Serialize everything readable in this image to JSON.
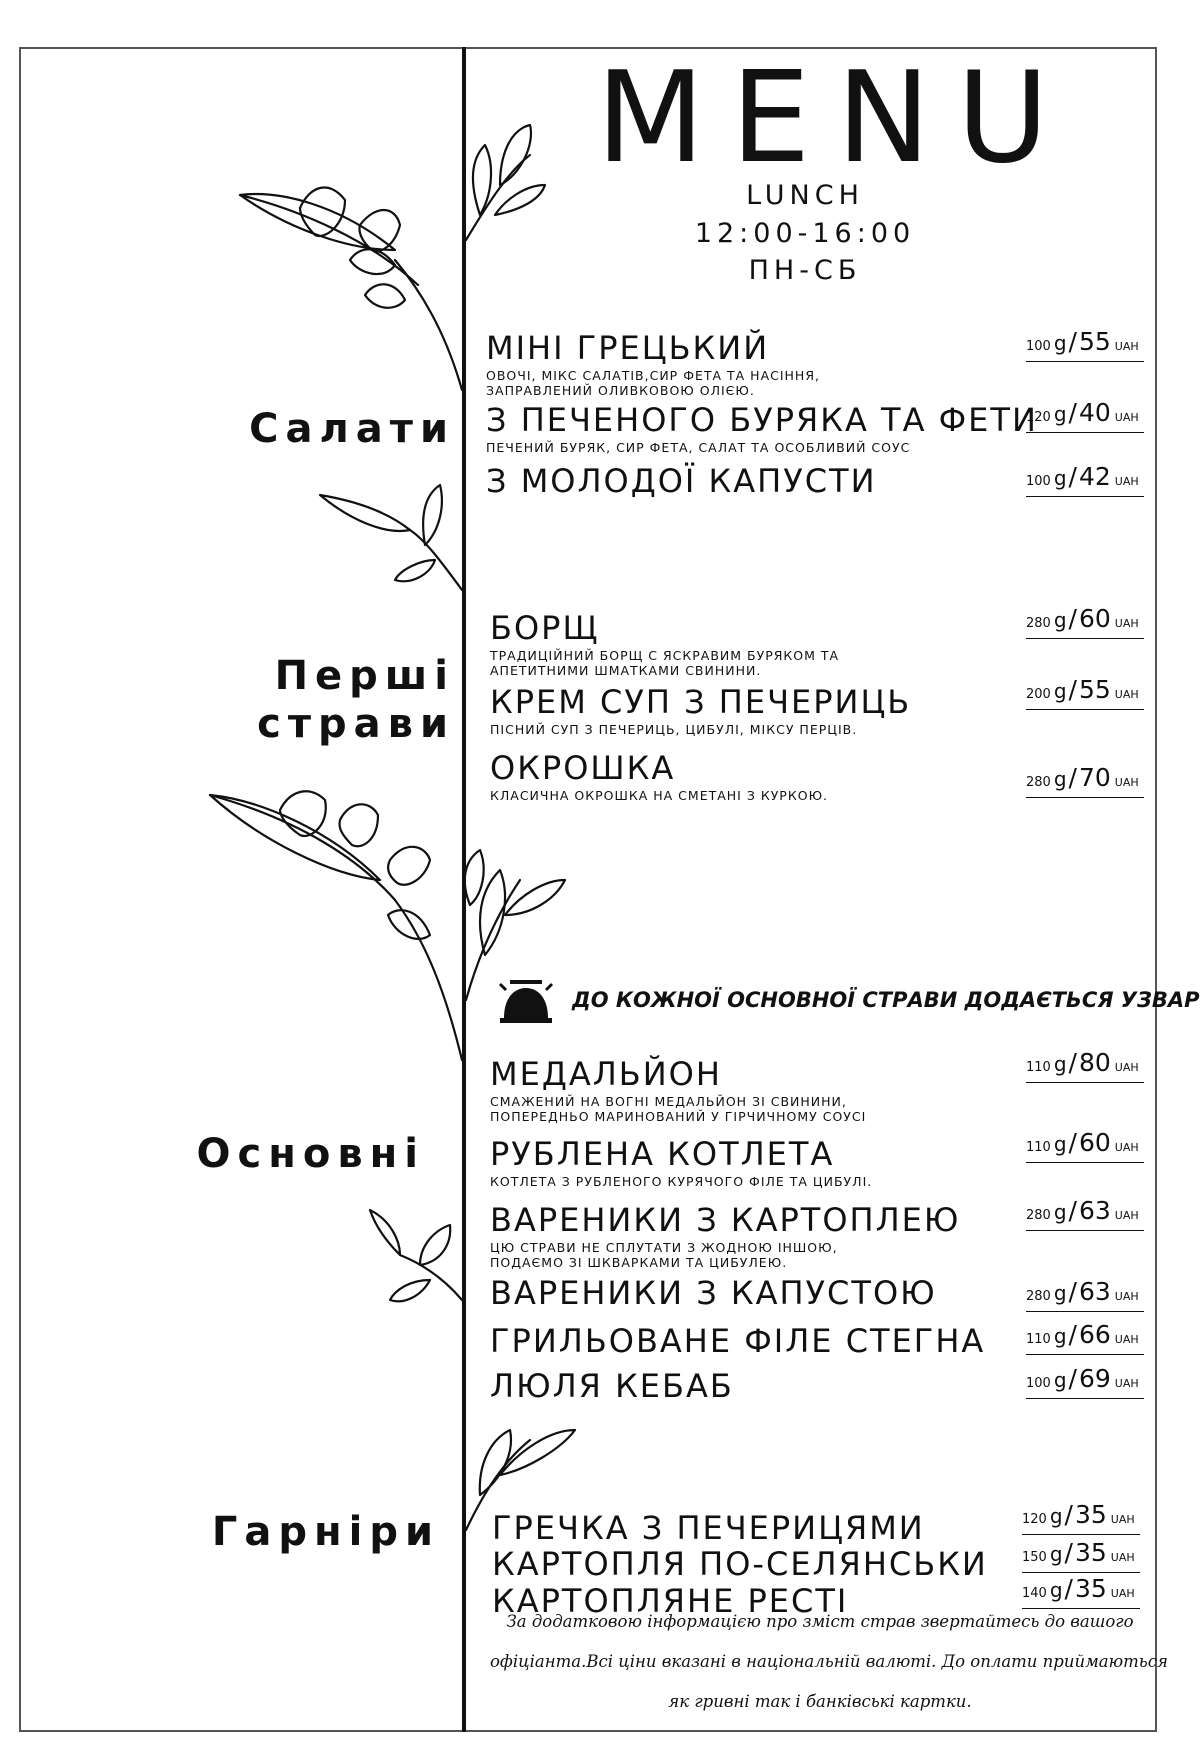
{
  "header": {
    "title": "MENU",
    "subtitle": "LUNCH",
    "hours": "12:00-16:00",
    "days": "ПН-СБ"
  },
  "categories": {
    "salads": "Салати",
    "first_courses_line1": "Перші",
    "first_courses_line2": "страви",
    "main": "Основні",
    "sides": "Гарніри"
  },
  "salads": [
    {
      "name": "МІНІ ГРЕЦЬКИЙ",
      "desc_lines": [
        "ОВОЧІ, МІКС САЛАТІВ,СИР ФЕТА ТА НАСІННЯ,",
        "ЗАПРАВЛЕНИЙ ОЛИВКОВОЮ ОЛІЄЮ."
      ],
      "weight": "100",
      "price": "55"
    },
    {
      "name": "З ПЕЧЕНОГО БУРЯКА ТА ФЕТИ",
      "desc_lines": [
        "ПЕЧЕНИЙ БУРЯК, СИР ФЕТА, САЛАТ ТА ОСОБЛИВИЙ СОУС"
      ],
      "weight": "120",
      "price": "40"
    },
    {
      "name": "З МОЛОДОЇ КАПУСТИ",
      "desc_lines": [],
      "weight": "100",
      "price": "42"
    }
  ],
  "first_courses": [
    {
      "name": "БОРЩ",
      "desc_lines": [
        "ТРАДИЦІЙНИЙ БОРЩ С ЯСКРАВИМ БУРЯКОМ ТА",
        "АПЕТИТНИМИ ШМАТКАМИ СВИНИНИ."
      ],
      "weight": "280",
      "price": "60"
    },
    {
      "name": "КРЕМ СУП З ПЕЧЕРИЦЬ",
      "desc_lines": [
        "ПІСНИЙ СУП З ПЕЧЕРИЦЬ, ЦИБУЛІ, МІКСУ ПЕРЦІВ."
      ],
      "weight": "200",
      "price": "55"
    },
    {
      "name": "ОКРОШКА",
      "desc_lines": [
        "КЛАСИЧНА ОКРОШКА НА СМЕТАНІ З КУРКОЮ."
      ],
      "weight": "280",
      "price": "70"
    }
  ],
  "notice": {
    "text": "ДО КОЖНОЇ ОСНОВНОЇ СТРАВИ ДОДАЄТЬСЯ УЗВАР",
    "icon": "service-bell-icon"
  },
  "main_courses": [
    {
      "name": "МЕДАЛЬЙОН",
      "desc_lines": [
        "СМАЖЕНИЙ НА ВОГНІ МЕДАЛЬЙОН ЗІ СВИНИНИ,",
        "ПОПЕРЕДНЬО МАРИНОВАНИЙ У ГІРЧИЧНОМУ СОУСІ"
      ],
      "weight": "110",
      "price": "80"
    },
    {
      "name": "РУБЛЕНА КОТЛЕТА",
      "desc_lines": [
        "КОТЛЕТА З РУБЛЕНОГО КУРЯЧОГО ФІЛЕ ТА ЦИБУЛІ."
      ],
      "weight": "110",
      "price": "60"
    },
    {
      "name": "ВАРЕНИКИ З КАРТОПЛЕЮ",
      "desc_lines": [
        "ЦЮ СТРАВИ НЕ СПЛУТАТИ З ЖОДНОЮ ІНШОЮ,",
        "ПОДАЄМО ЗІ ШКВАРКАМИ ТА ЦИБУЛЕЮ."
      ],
      "weight": "280",
      "price": "63"
    },
    {
      "name": "ВАРЕНИКИ З КАПУСТОЮ",
      "desc_lines": [],
      "weight": "280",
      "price": "63"
    },
    {
      "name": "ГРИЛЬОВАНЕ ФІЛЕ СТЕГНА",
      "desc_lines": [],
      "weight": "110",
      "price": "66"
    },
    {
      "name": "ЛЮЛЯ КЕБАБ",
      "desc_lines": [],
      "weight": "100",
      "price": "69"
    }
  ],
  "sides": [
    {
      "name": "ГРЕЧКА З ПЕЧЕРИЦЯМИ",
      "weight": "120",
      "price": "35"
    },
    {
      "name": "КАРТОПЛЯ ПО-СЕЛЯНСЬКИ",
      "weight": "150",
      "price": "35"
    },
    {
      "name": "КАРТОПЛЯНЕ РЕСТІ",
      "weight": "140",
      "price": "35"
    }
  ],
  "units": {
    "weight": "g",
    "separator": "/",
    "currency": "UAH"
  },
  "footnote": [
    "За додатковою інформацією про зміст страв звертайтесь до вашого",
    "офіціанта.Всі ціни вказані в національній валюті. До оплати приймаються",
    "як гривні  так і банківські картки."
  ]
}
